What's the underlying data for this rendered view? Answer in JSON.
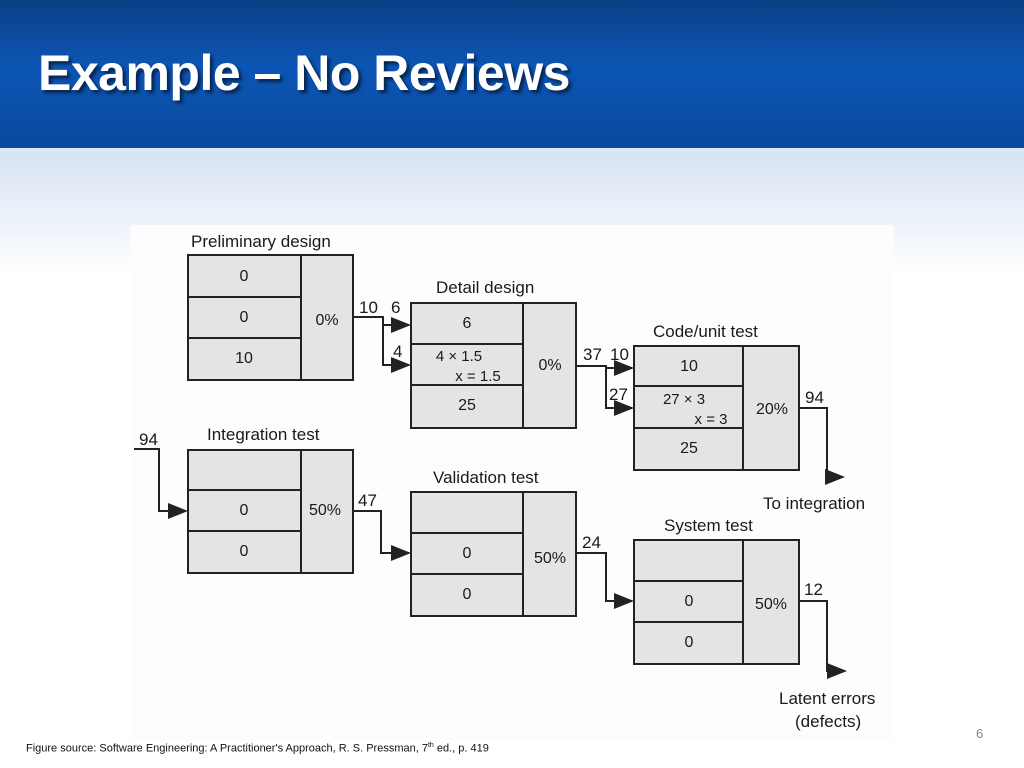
{
  "slide": {
    "title": "Example – No Reviews",
    "page_number": "6"
  },
  "caption": {
    "prefix": "Figure source: Software Engineering: A Practitioner's Approach, R. S. Pressman, 7",
    "superscript": "th",
    "suffix": " ed., p. 419"
  },
  "diagram": {
    "stages": {
      "preliminary_design": {
        "title": "Preliminary design",
        "rows": [
          "0",
          "0",
          "10"
        ],
        "efficiency": "0%"
      },
      "detail_design": {
        "title": "Detail design",
        "rows": [
          "6",
          "4 × 1.5",
          "x = 1.5",
          "25"
        ],
        "efficiency": "0%"
      },
      "code_unit_test": {
        "title": "Code/unit test",
        "rows": [
          "10",
          "27 × 3",
          "x = 3",
          "25"
        ],
        "efficiency": "20%"
      },
      "integration_test": {
        "title": "Integration test",
        "rows": [
          "0",
          "0"
        ],
        "efficiency": "50%"
      },
      "validation_test": {
        "title": "Validation test",
        "rows": [
          "0",
          "0"
        ],
        "efficiency": "50%"
      },
      "system_test": {
        "title": "System test",
        "rows": [
          "0",
          "0"
        ],
        "efficiency": "50%"
      }
    },
    "flows": {
      "prelim_out": "10",
      "detail_pass": "6",
      "detail_amp": "4",
      "detail_out": "37",
      "code_pass": "10",
      "code_amp": "27",
      "code_out": "94",
      "integration_in": "94",
      "integration_out": "47",
      "validation_out": "24",
      "system_out": "12"
    },
    "labels": {
      "to_integration": "To integration",
      "latent_errors": "Latent errors",
      "defects": "(defects)"
    }
  }
}
